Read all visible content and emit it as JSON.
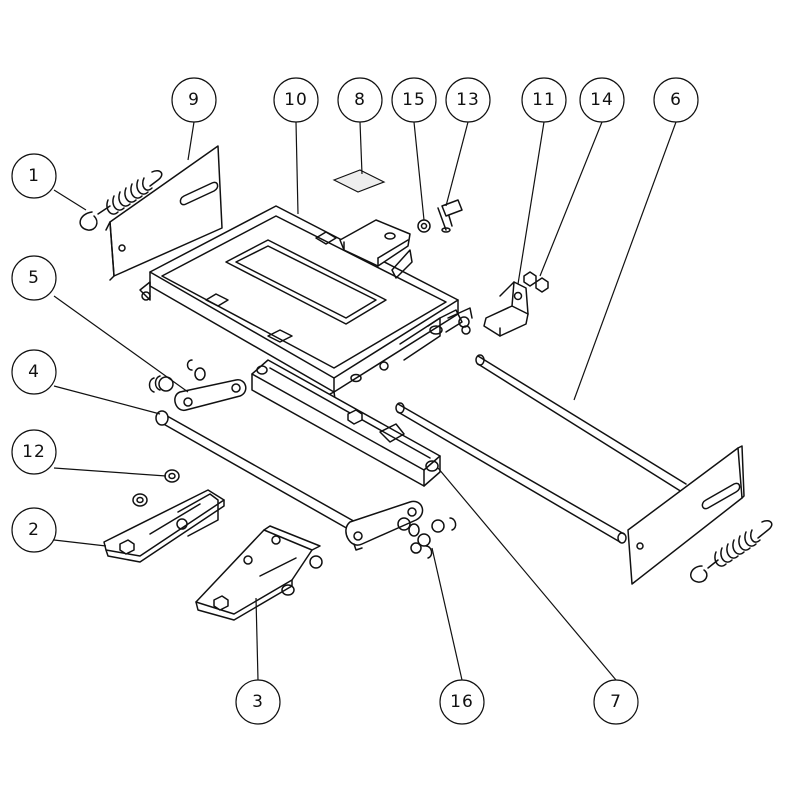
{
  "callouts": [
    {
      "id": "1",
      "label": "1"
    },
    {
      "id": "2",
      "label": "2"
    },
    {
      "id": "3",
      "label": "3"
    },
    {
      "id": "4",
      "label": "4"
    },
    {
      "id": "5",
      "label": "5"
    },
    {
      "id": "6",
      "label": "6"
    },
    {
      "id": "7",
      "label": "7"
    },
    {
      "id": "8",
      "label": "8"
    },
    {
      "id": "9",
      "label": "9"
    },
    {
      "id": "10",
      "label": "10"
    },
    {
      "id": "11",
      "label": "11"
    },
    {
      "id": "12",
      "label": "12"
    },
    {
      "id": "13",
      "label": "13"
    },
    {
      "id": "14",
      "label": "14"
    },
    {
      "id": "15",
      "label": "15"
    },
    {
      "id": "16",
      "label": "16"
    }
  ],
  "colors": {
    "line": "#111111",
    "background": "#ffffff",
    "label_fill": "#eeeeee"
  }
}
